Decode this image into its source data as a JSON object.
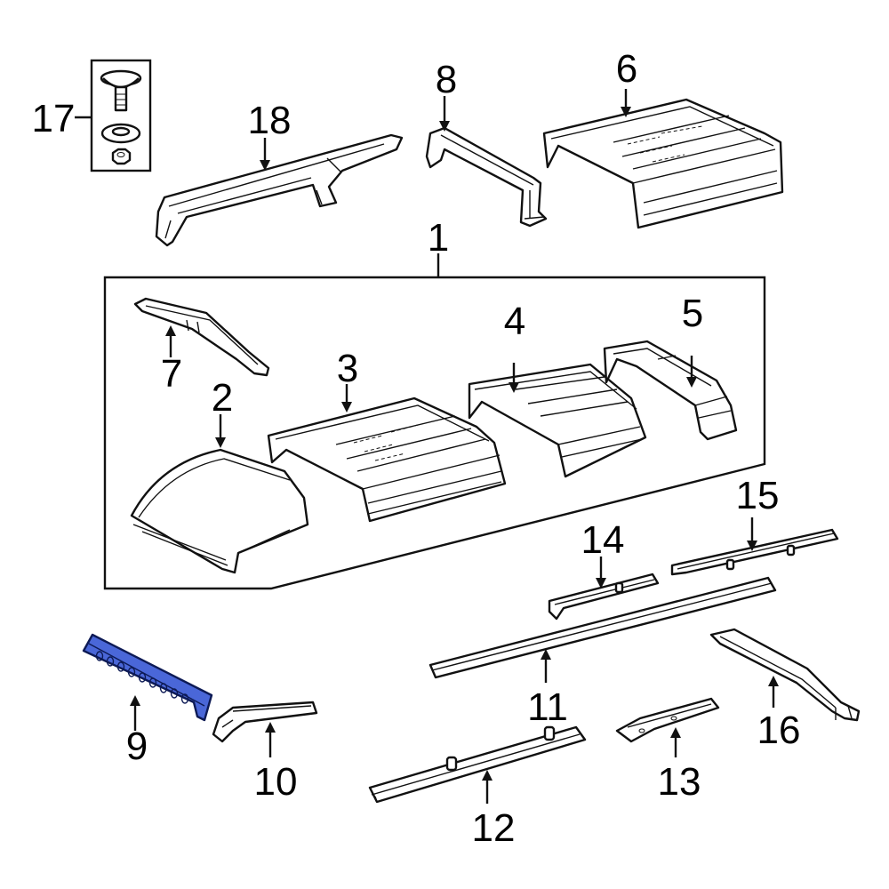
{
  "callouts": {
    "c1": "1",
    "c2": "2",
    "c3": "3",
    "c4": "4",
    "c5": "5",
    "c6": "6",
    "c7": "7",
    "c8": "8",
    "c9": "9",
    "c10": "10",
    "c11": "11",
    "c12": "12",
    "c13": "13",
    "c14": "14",
    "c15": "15",
    "c16": "16",
    "c17": "17",
    "c18": "18"
  },
  "colors": {
    "highlight_part": "#4a67d8",
    "line": "#111111",
    "background": "#ffffff"
  },
  "highlighted_part": "9"
}
